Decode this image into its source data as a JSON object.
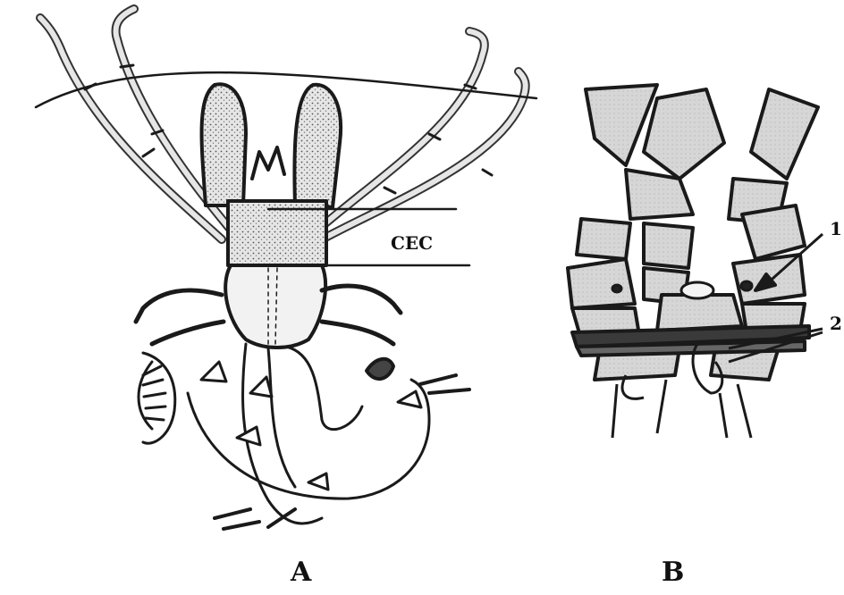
{
  "figure": {
    "panels": [
      {
        "id": "A",
        "label": "A",
        "callouts": [
          "CEC"
        ]
      },
      {
        "id": "B",
        "label": "B",
        "callouts": [
          "1",
          "2"
        ]
      }
    ],
    "colors": {
      "ink": "#1a1a1a",
      "fill": "#d9d9d9",
      "background": "#ffffff"
    }
  }
}
